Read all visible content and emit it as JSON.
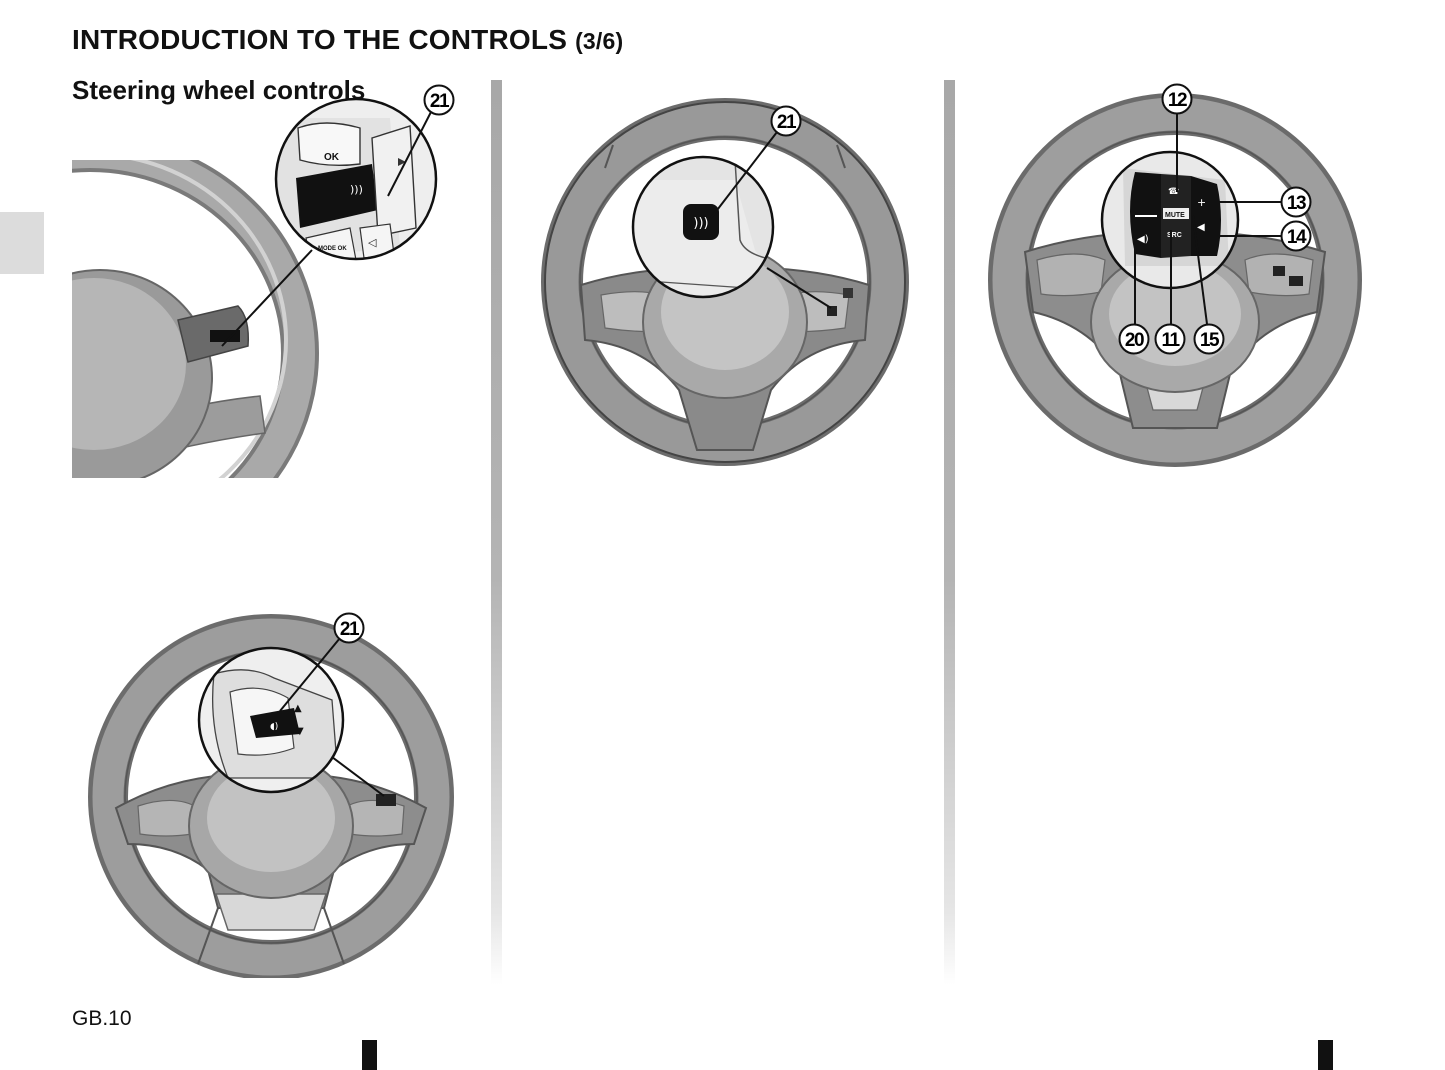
{
  "page": {
    "title": "INTRODUCTION TO THE CONTROLS",
    "title_part": "(3/6)",
    "subtitle": "Steering wheel controls",
    "footer": "GB.10"
  },
  "figures": {
    "fig1": {
      "callouts": [
        "21"
      ],
      "button_labels": {
        "ok": "OK",
        "mode_ok": "MODE OK"
      }
    },
    "fig2": {
      "callouts": [
        "21"
      ]
    },
    "fig3": {
      "callouts": [
        "21"
      ]
    },
    "fig4": {
      "callouts": [
        "12",
        "13",
        "14",
        "20",
        "11",
        "15"
      ],
      "button_labels": {
        "mute": "MUTE",
        "src": "SRC"
      }
    }
  },
  "colors": {
    "wheel_rim": "#8f8f8f",
    "wheel_dark": "#6e6e6e",
    "hub": "#b8b8b8",
    "button_black": "#111111",
    "divider": "#aaaaaa"
  }
}
